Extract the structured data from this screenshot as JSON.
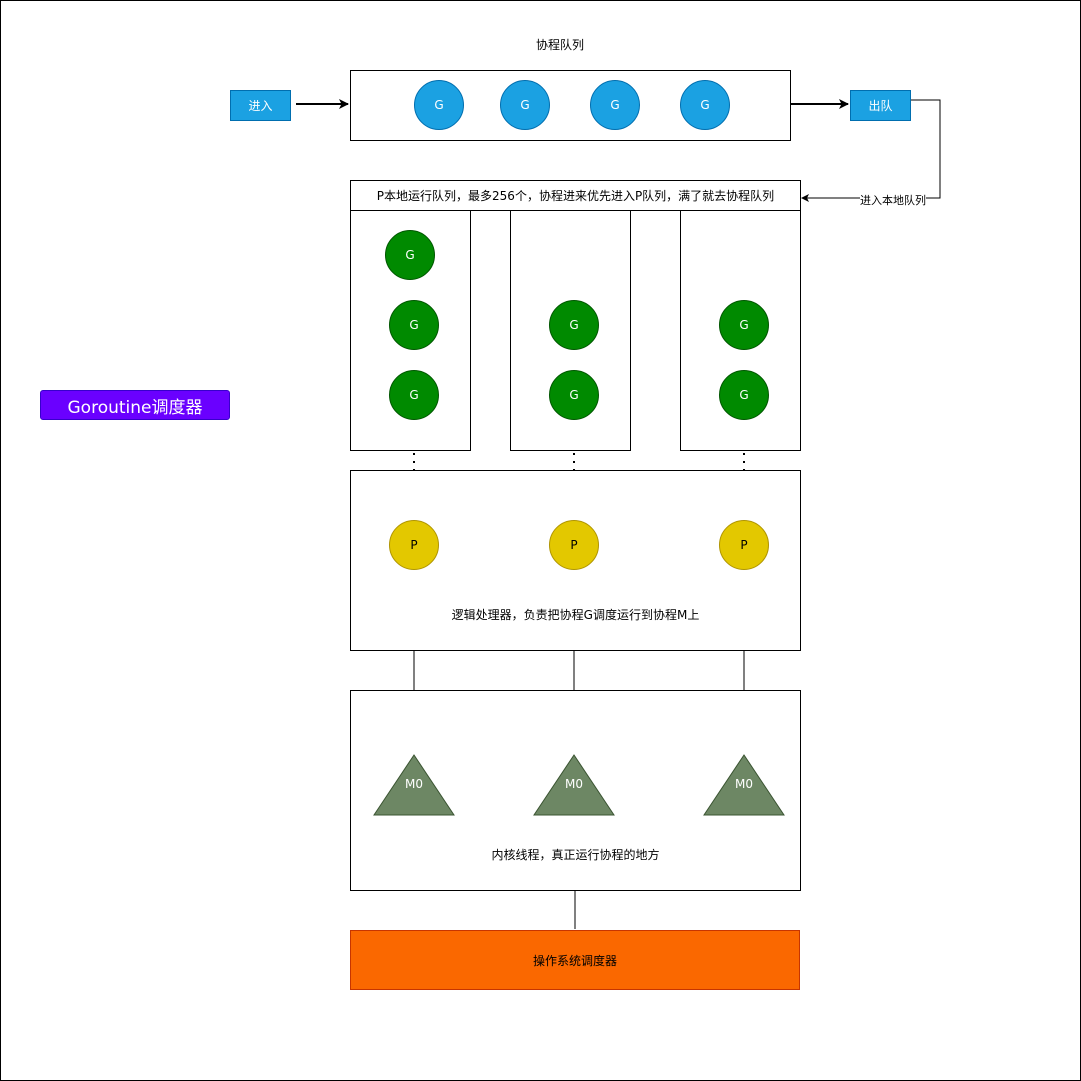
{
  "global_queue": {
    "title": "协程队列",
    "enqueue_label": "进入",
    "dequeue_label": "出队",
    "goroutines": [
      "G",
      "G",
      "G",
      "G"
    ]
  },
  "local_queue": {
    "header": "P本地运行队列，最多256个，协程进来优先进入P队列，满了就去协程队列",
    "enter_label": "进入本地队列",
    "columns": [
      {
        "goroutines": [
          "G",
          "G",
          "G"
        ]
      },
      {
        "goroutines": [
          "G",
          "G"
        ]
      },
      {
        "goroutines": [
          "G",
          "G"
        ]
      }
    ]
  },
  "processors": {
    "items": [
      "P",
      "P",
      "P"
    ],
    "caption": "逻辑处理器，负责把协程G调度运行到协程M上"
  },
  "machines": {
    "items": [
      "M0",
      "M0",
      "M0"
    ],
    "caption": "内核线程，真正运行协程的地方"
  },
  "os_scheduler": {
    "label": "操作系统调度器"
  },
  "badge": {
    "label": "Goroutine调度器"
  },
  "colors": {
    "queue_goroutine": "#1ba1e2",
    "local_goroutine": "#008a00",
    "processor": "#e3c800",
    "machine": "#6d8764",
    "os_scheduler": "#fa6800",
    "badge": "#6a00ff"
  }
}
